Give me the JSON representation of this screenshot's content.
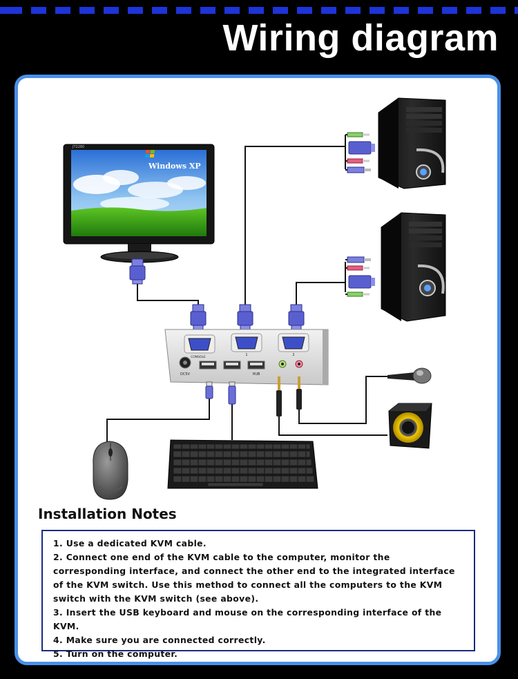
{
  "title": "Wiring diagram",
  "monitor": {
    "brand_label": "JT2280",
    "os_label": "Windows XP"
  },
  "kvm": {
    "port_labels": [
      "CONSOLE",
      "1",
      "2"
    ],
    "power_label": "DC5V",
    "usb_label": "HUB"
  },
  "notes": {
    "heading": "Installation Notes",
    "items": [
      "1. Use a dedicated KVM cable.",
      "2. Connect one end of the KVM cable to the computer, monitor the corresponding interface, and connect the other end to the integrated interface of the KVM switch. Use this method to connect all the computers to the KVM switch with the KVM switch (see above).",
      "3. Insert the USB keyboard and mouse on the corresponding interface of the KVM.",
      "4. Make sure you are connected correctly.",
      "5. Turn on the computer."
    ]
  },
  "colors": {
    "accent_blue": "#4a90e8",
    "dash_blue": "#1d34d8",
    "vga_blue": "#5a5fd0",
    "notes_border": "#1a2a80"
  }
}
